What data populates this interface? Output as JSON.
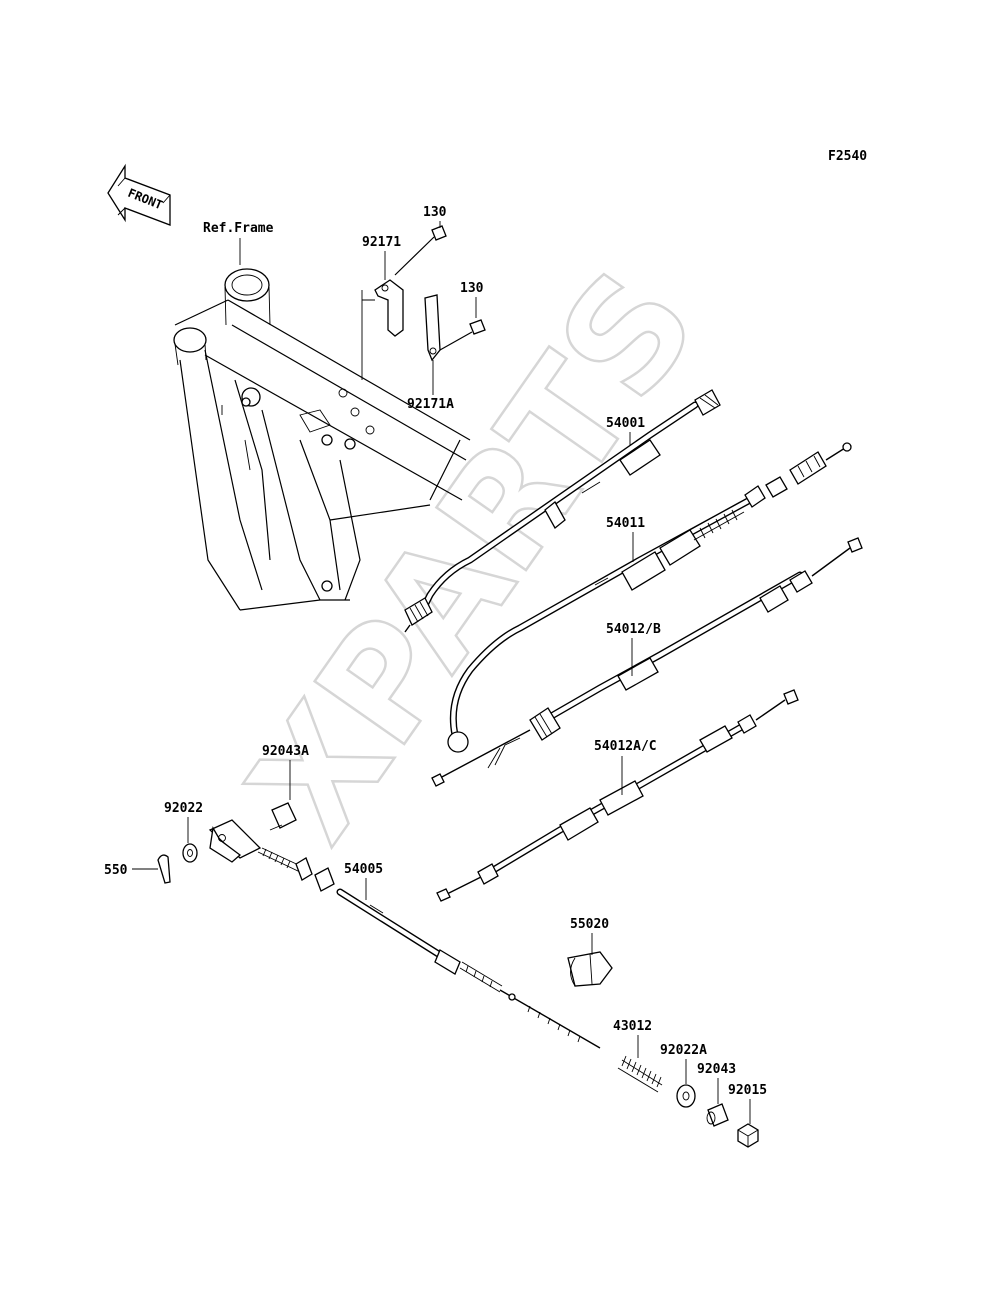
{
  "figure_code": "F2540",
  "watermark": "XPARTS",
  "front_arrow_label": "FRONT",
  "ref_frame_label": "Ref.Frame",
  "callouts": {
    "p130_top": "130",
    "p130_mid": "130",
    "p92171": "92171",
    "p92171A": "92171A",
    "p54001": "54001",
    "p54011": "54011",
    "p54012B": "54012/B",
    "p54012AC": "54012A/C",
    "p92043A": "92043A",
    "p92022": "92022",
    "p550": "550",
    "p54005": "54005",
    "p55020": "55020",
    "p43012": "43012",
    "p92022A": "92022A",
    "p92043": "92043",
    "p92015": "92015"
  }
}
